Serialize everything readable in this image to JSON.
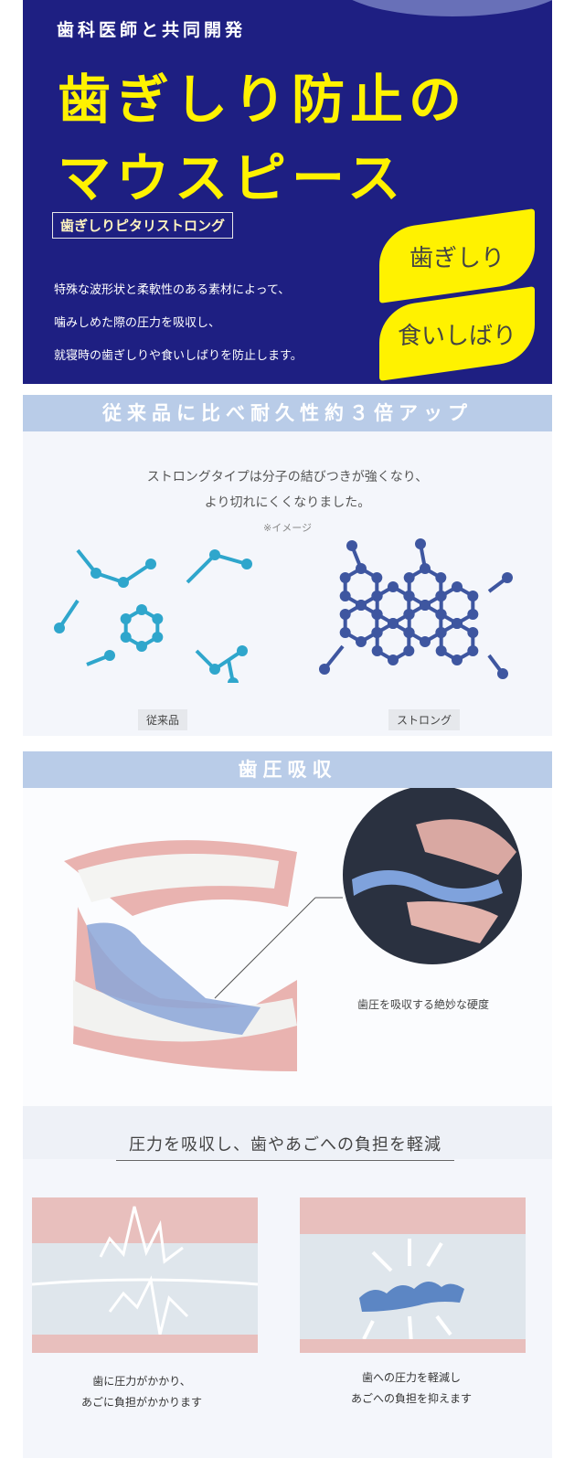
{
  "hero": {
    "subtitle": "歯科医師と共同開発",
    "title_line1": "歯ぎしり防止の",
    "title_line2": "マウスピース",
    "product_name": "歯ぎしりピタリストロング",
    "description": [
      "特殊な波形状と柔軟性のある素材によって、",
      "噛みしめた際の圧力を吸収し、",
      "就寝時の歯ぎしりや食いしばりを防止します。"
    ],
    "badges": [
      "歯ぎしり",
      "食いしばり"
    ],
    "colors": {
      "navy": "#1e1f82",
      "yellow": "#fff200"
    }
  },
  "durability": {
    "heading": "従来品に比べ耐久性約３倍アップ",
    "text": [
      "ストロングタイプは分子の結びつきが強くなり、",
      "より切れにくくなりました。"
    ],
    "note": "※イメージ",
    "labels": {
      "conventional": "従来品",
      "strong": "ストロング"
    }
  },
  "absorption": {
    "heading": "歯圧吸収",
    "caption": "歯圧を吸収する絶妙な硬度"
  },
  "reduce": {
    "heading": "圧力を吸収し、歯やあごへの負担を軽減",
    "left_caption": [
      "歯に圧力がかかり、",
      "あごに負担がかかります"
    ],
    "right_caption": [
      "歯への圧力を軽減し",
      "あごへの負担を抑えます"
    ]
  }
}
